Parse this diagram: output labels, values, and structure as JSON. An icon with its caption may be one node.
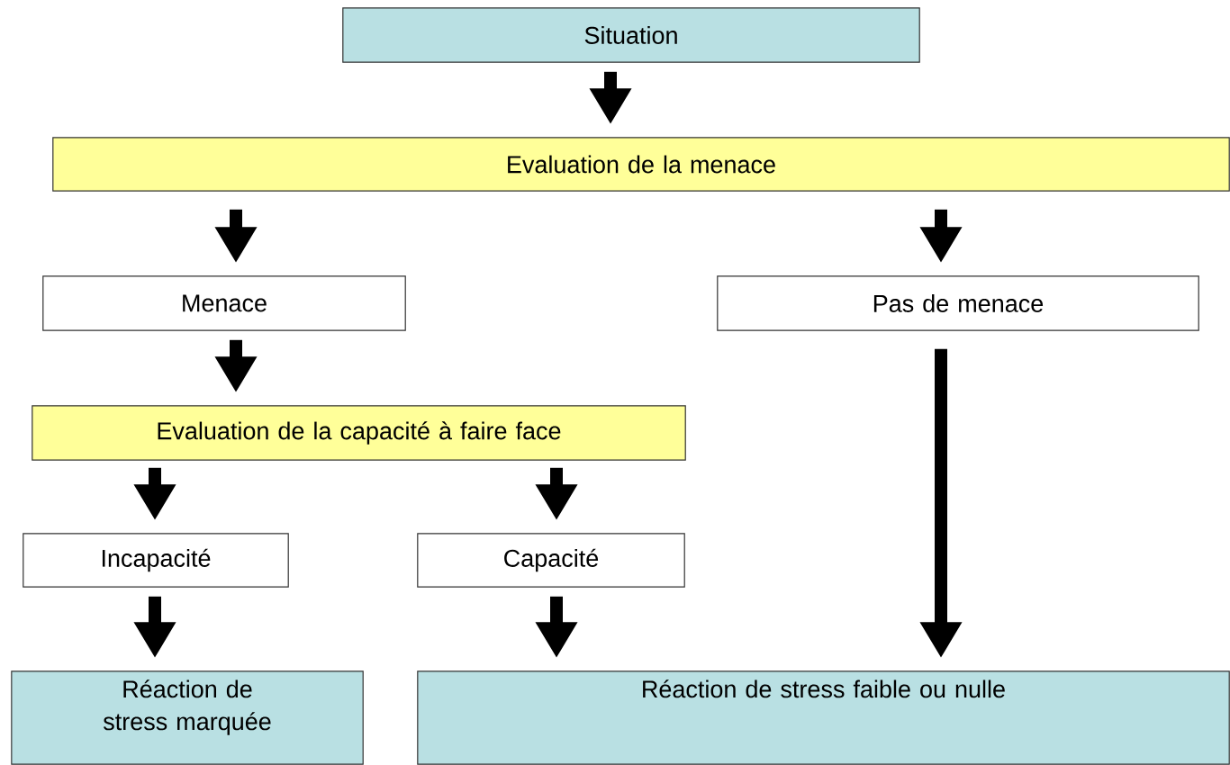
{
  "diagram": {
    "nodes": [
      {
        "text": [
          "Situation"
        ]
      },
      {
        "text": [
          "Evaluation de la menace"
        ]
      },
      {
        "text": [
          "Menace"
        ]
      },
      {
        "text": [
          "Pas de menace"
        ]
      },
      {
        "text": [
          "Evaluation de la capacité à faire face"
        ]
      },
      {
        "text": [
          "Incapacité"
        ]
      },
      {
        "text": [
          "Capacité"
        ]
      },
      {
        "text": [
          "Réaction de stress marquée"
        ]
      },
      {
        "text": [
          "Réaction de stress faible ou nulle"
        ]
      }
    ],
    "edges": [
      {
        "from": 0,
        "to": 1,
        "arrow": "to"
      },
      {
        "from": 1,
        "to": 2,
        "arrow": "to"
      },
      {
        "from": 1,
        "to": 3,
        "arrow": "to"
      },
      {
        "from": 2,
        "to": 4,
        "arrow": "to"
      },
      {
        "from": 4,
        "to": 5,
        "arrow": "to"
      },
      {
        "from": 4,
        "to": 6,
        "arrow": "to"
      },
      {
        "from": 5,
        "to": 7,
        "arrow": "to"
      },
      {
        "from": 6,
        "to": 8,
        "arrow": "to"
      },
      {
        "from": 3,
        "to": 8,
        "arrow": "to"
      }
    ]
  }
}
